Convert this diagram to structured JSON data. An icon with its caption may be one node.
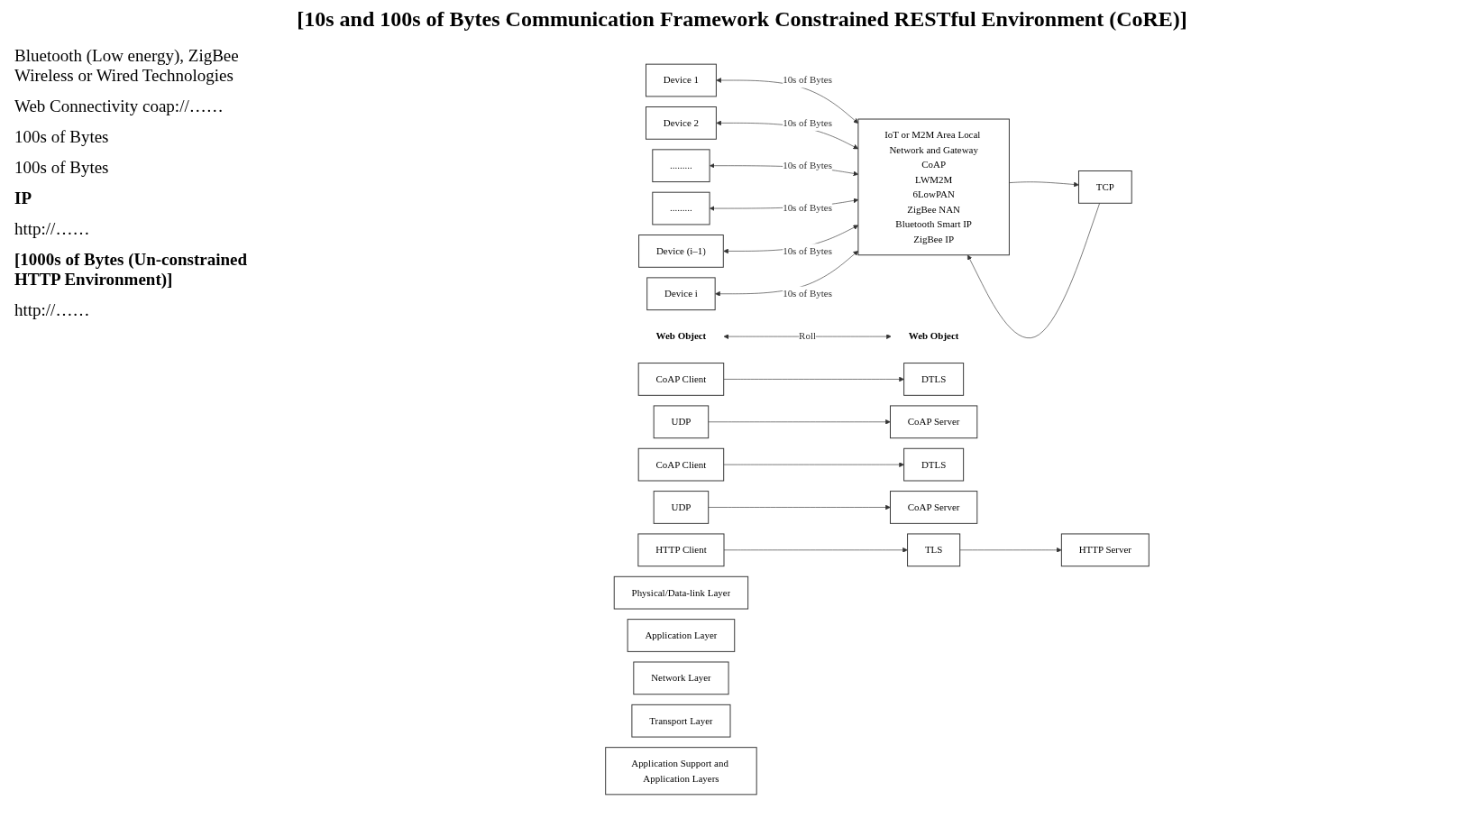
{
  "diagram": {
    "title": "[10s and 100s of Bytes Communication Framework Constrained RESTful Environment (CoRE)]",
    "nodes": [
      {
        "text": [
          "IoT or M2M Area Local Network and Gateway",
          "CoAP",
          "LWM2M",
          "6LowPAN",
          "ZigBee NAN",
          "Bluetooth Smart IP",
          "ZigBee IP"
        ]
      },
      {
        "text": [
          "Web Object"
        ]
      },
      {
        "text": [
          "Web Object"
        ]
      },
      {
        "text": [
          "Device 1"
        ]
      },
      {
        "text": [
          "CoAP Client"
        ]
      },
      {
        "text": [
          "DTLS"
        ]
      },
      {
        "text": [
          "UDP"
        ]
      },
      {
        "text": [
          "CoAP Server"
        ]
      },
      {
        "text": [
          "Device 2"
        ]
      },
      {
        "text": [
          "DTLS"
        ]
      },
      {
        "text": [
          "CoAP Client"
        ]
      },
      {
        "text": [
          "........."
        ]
      },
      {
        "text": [
          "CoAP Server"
        ]
      },
      {
        "text": [
          "UDP"
        ]
      },
      {
        "text": [
          "........."
        ]
      },
      {
        "text": [
          "HTTP Server"
        ]
      },
      {
        "text": [
          "TLS"
        ]
      },
      {
        "text": [
          "TCP"
        ]
      },
      {
        "text": [
          "HTTP Client"
        ]
      },
      {
        "text": [
          "Device (i–1)"
        ]
      },
      {
        "text": [
          "Device i"
        ]
      },
      {
        "text": [
          "Physical/Data-link Layer"
        ]
      },
      {
        "text": [
          "Application Layer"
        ]
      },
      {
        "text": [
          "Network Layer"
        ]
      },
      {
        "text": [
          "Transport Layer"
        ]
      },
      {
        "text": [
          "Application Support and Application Layers"
        ]
      }
    ],
    "edges": [
      {
        "from": 1,
        "to": 2,
        "arrow": "both",
        "label": "Roll"
      },
      {
        "from": 3,
        "to": 0,
        "arrow": "both",
        "label": "10s of Bytes"
      },
      {
        "from": 4,
        "to": 5,
        "arrow": "to"
      },
      {
        "from": 6,
        "to": 7,
        "arrow": "to"
      },
      {
        "from": 8,
        "to": 0,
        "arrow": "both",
        "label": "10s of Bytes"
      },
      {
        "from": 10,
        "to": 9,
        "arrow": "to"
      },
      {
        "from": 11,
        "to": 0,
        "arrow": "both",
        "label": "10s of Bytes"
      },
      {
        "from": 13,
        "to": 12,
        "arrow": "to"
      },
      {
        "from": 14,
        "to": 0,
        "arrow": "both",
        "label": "10s of Bytes"
      },
      {
        "from": 16,
        "to": 15,
        "arrow": "to"
      },
      {
        "from": 18,
        "to": 16,
        "arrow": "to"
      },
      {
        "from": 17,
        "to": 0,
        "arrow": "to"
      },
      {
        "from": 0,
        "to": 17,
        "arrow": "to"
      },
      {
        "from": 19,
        "to": 0,
        "arrow": "both",
        "label": "10s of Bytes"
      },
      {
        "from": 20,
        "to": 0,
        "arrow": "both",
        "label": "10s of Bytes"
      }
    ],
    "labels": [
      "Bluetooth (Low energy), ZigBee Wireless or Wired Technologies",
      "Web Connectivity coap://……",
      "100s of Bytes",
      "100s of Bytes",
      "IP",
      "http://……",
      "[1000s of Bytes (Un-constrained HTTP Environment)]",
      "http://……"
    ]
  }
}
